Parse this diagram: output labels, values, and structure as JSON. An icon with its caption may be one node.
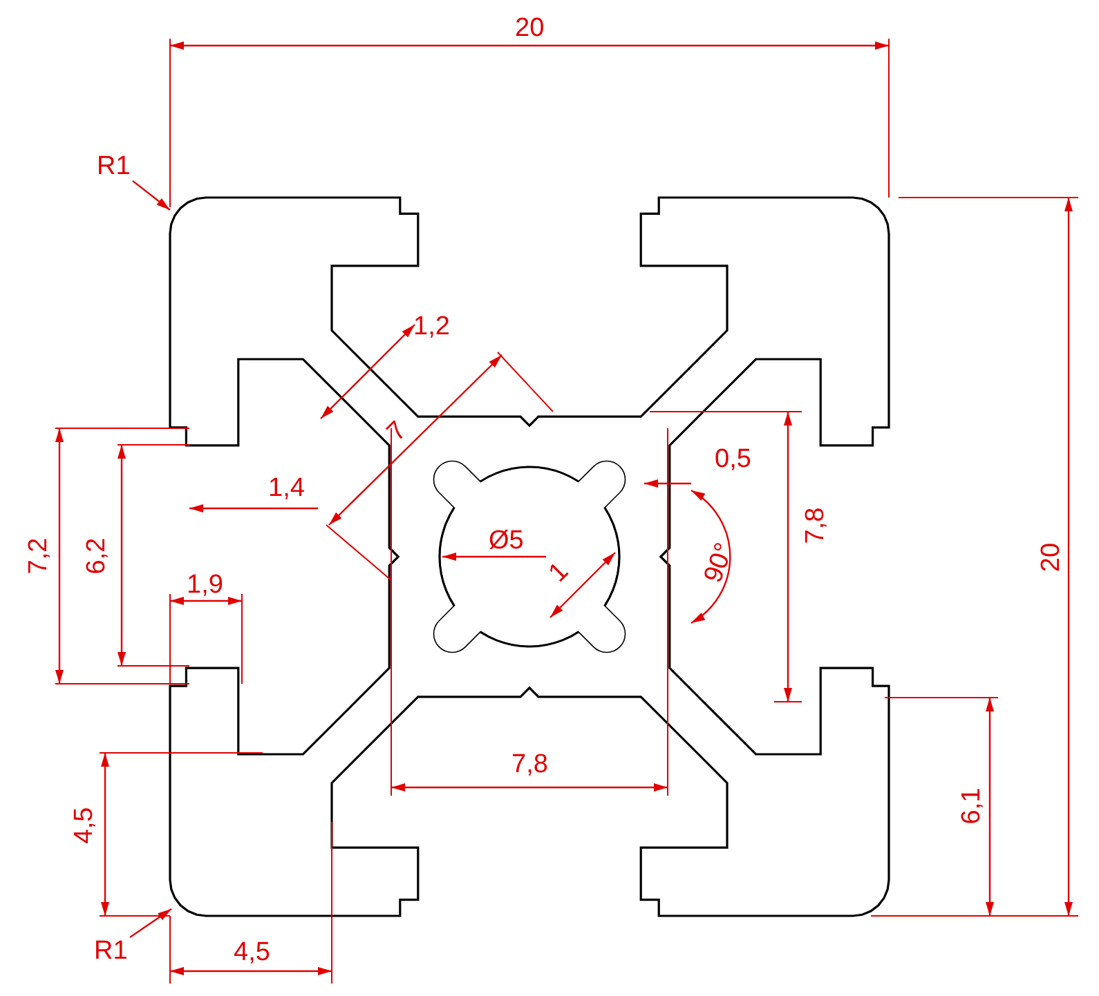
{
  "diagram": {
    "nodes": [
      {
        "text": [
          "R1"
        ]
      },
      {
        "text": [
          "R1"
        ]
      }
    ],
    "edges": [
      {
        "from": 0,
        "to": null,
        "arrow": "to"
      },
      {
        "from": 1,
        "to": null,
        "arrow": "to"
      }
    ],
    "labels": [
      "20",
      "1,2",
      "7",
      "0,5",
      "1,4",
      "Ø5",
      "7,2",
      "6,2",
      "7,8",
      "90°",
      "20",
      "1",
      "1,9",
      "7,8",
      "6,1",
      "4,5",
      "4,5"
    ]
  }
}
